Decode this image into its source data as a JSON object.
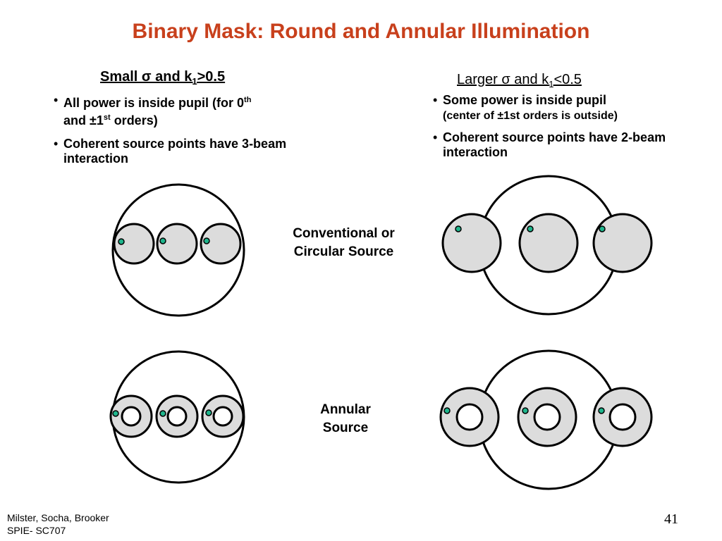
{
  "title": "Binary Mask: Round and Annular Illumination",
  "colors": {
    "title": "#c8401c",
    "pole_fill": "#dcdcdc",
    "point": "#1fb58c"
  },
  "left_column": {
    "heading": {
      "prefix": "Small σ and k",
      "sub": "1",
      "suffix": ">0.5"
    },
    "bullet1": {
      "text1": "All power is inside pupil (for 0",
      "sup1": "th",
      "text2": "and ±1",
      "sup2": "st",
      "text3": " orders)"
    },
    "bullet2": "Coherent source points have 3-beam interaction"
  },
  "right_column": {
    "heading": {
      "prefix": "Larger σ and k",
      "sub": "1",
      "suffix": "<0.5"
    },
    "bullet1": {
      "text1": "Some power is inside pupil",
      "text2": "(center of ±1st orders is outside)"
    },
    "bullet2": "Coherent source points have 2-beam interaction"
  },
  "labels": {
    "conventional": [
      "Conventional or",
      "Circular Source"
    ],
    "annular": [
      "Annular",
      "Source"
    ]
  },
  "footer": {
    "line1": "Milster, Socha, Brooker",
    "line2": "SPIE- SC707"
  },
  "page_number": "41"
}
